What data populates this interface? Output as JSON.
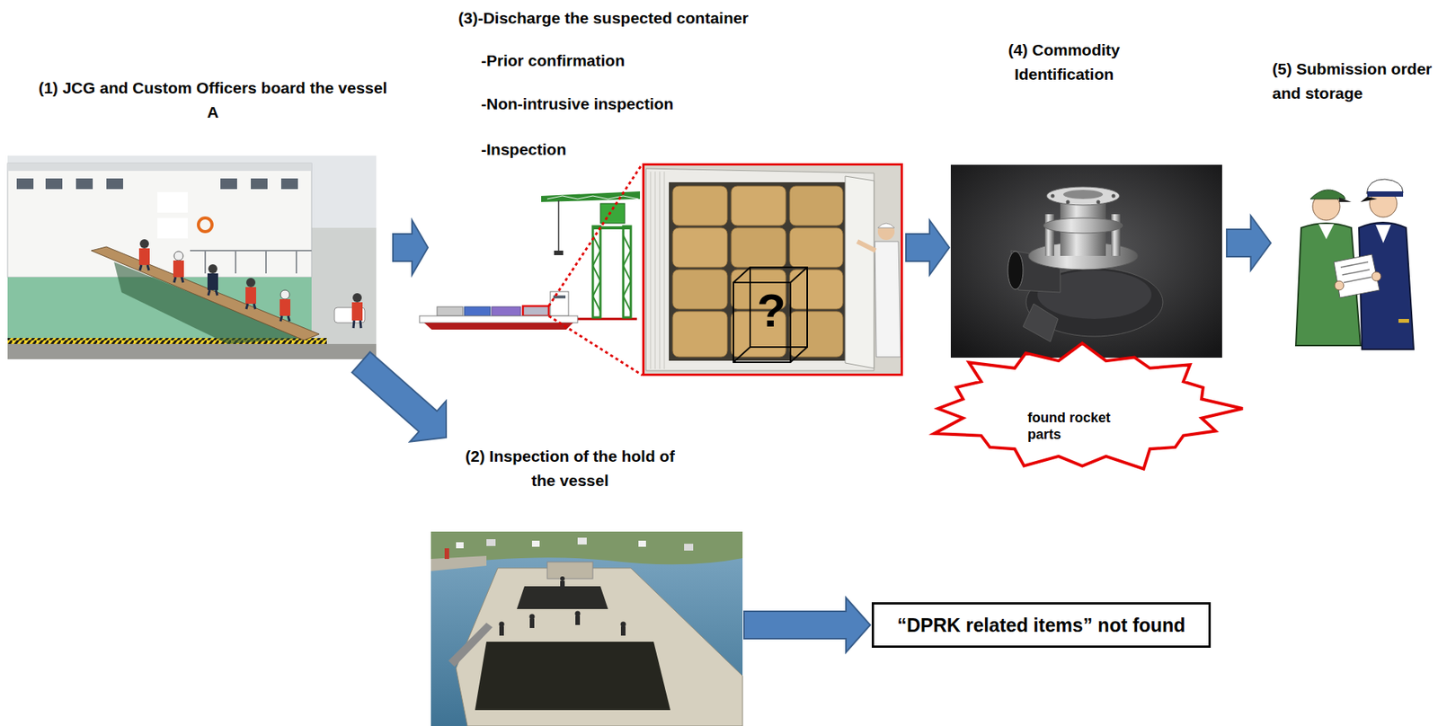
{
  "diagram": {
    "nodes": [
      {
        "text": [
          "(1) JCG and Custom Officers board the vessel A"
        ]
      },
      {
        "text": [
          "(3)-Discharge the suspected container",
          "-Prior confirmation",
          "-Non-intrusive inspection",
          "-Inspection"
        ]
      },
      {
        "text": [
          "(4) Commodity Identification"
        ]
      },
      {
        "text": [
          "found rocket parts"
        ]
      },
      {
        "text": [
          "(5) Submission order and storage"
        ]
      },
      {
        "text": [
          "(2) Inspection of the hold of the vessel"
        ]
      },
      {
        "text": [
          "“DPRK related items” not found"
        ]
      }
    ],
    "edges": [
      {
        "from": 0,
        "to": 1,
        "arrow": "to"
      },
      {
        "from": 0,
        "to": 5,
        "arrow": "to"
      },
      {
        "from": 1,
        "to": 2,
        "arrow": "to"
      },
      {
        "from": 2,
        "to": 4,
        "arrow": "to"
      },
      {
        "from": 5,
        "to": 6,
        "arrow": "to"
      }
    ],
    "labels": [
      "?"
    ]
  }
}
